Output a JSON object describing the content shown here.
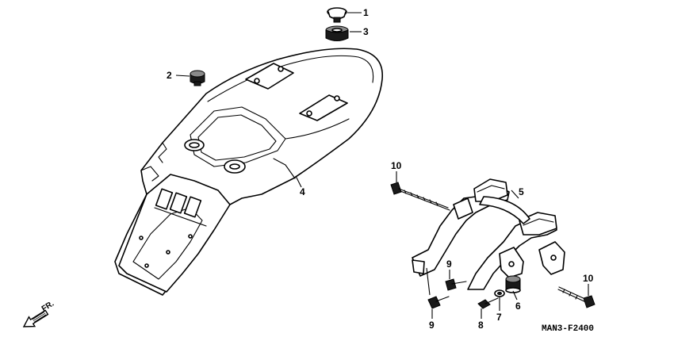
{
  "diagram": {
    "drawing_code": "MAN3-F2400",
    "direction_label": "FR.",
    "callouts": [
      {
        "id": "c1",
        "number": "1"
      },
      {
        "id": "c2",
        "number": "2"
      },
      {
        "id": "c3",
        "number": "3"
      },
      {
        "id": "c4",
        "number": "4"
      },
      {
        "id": "c5",
        "number": "5"
      },
      {
        "id": "c6",
        "number": "6"
      },
      {
        "id": "c7",
        "number": "7"
      },
      {
        "id": "c8",
        "number": "8"
      },
      {
        "id": "c9a",
        "number": "9"
      },
      {
        "id": "c9b",
        "number": "9"
      },
      {
        "id": "c10a",
        "number": "10"
      },
      {
        "id": "c10b",
        "number": "10"
      }
    ]
  }
}
